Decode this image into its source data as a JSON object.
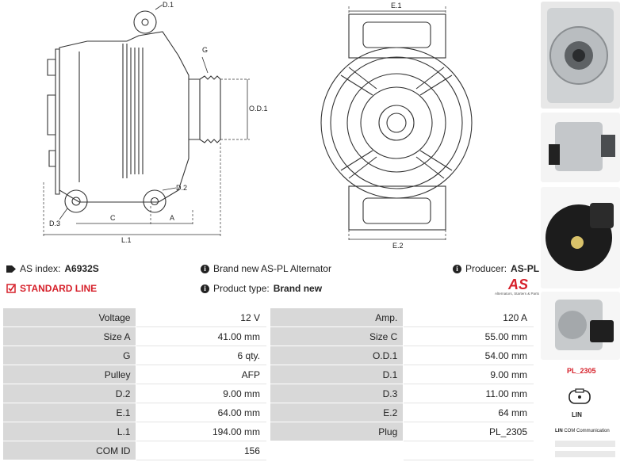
{
  "diagram": {
    "labels": {
      "d1": "D.1",
      "g": "G",
      "od1": "O.D.1",
      "d2": "D.2",
      "d3": "D.3",
      "c": "C",
      "a": "A",
      "l1": "L.1",
      "e1": "E.1",
      "e2": "E.2"
    }
  },
  "info": {
    "as_index_label": "AS index:",
    "as_index_value": "A6932S",
    "line_label": "STANDARD LINE",
    "brand_text": "Brand new AS-PL Alternator",
    "product_type_label": "Product type:",
    "product_type_value": "Brand new",
    "producer_label": "Producer:",
    "producer_value": "AS-PL",
    "logo_text": "AS",
    "logo_tagline": "Alternators, Starters & Parts"
  },
  "specs": [
    {
      "l1": "Voltage",
      "v1": "12 V",
      "l2": "Amp.",
      "v2": "120 A"
    },
    {
      "l1": "Size A",
      "v1": "41.00 mm",
      "l2": "Size C",
      "v2": "55.00 mm"
    },
    {
      "l1": "G",
      "v1": "6 qty.",
      "l2": "O.D.1",
      "v2": "54.00 mm"
    },
    {
      "l1": "Pulley",
      "v1": "AFP",
      "l2": "D.1",
      "v2": "9.00 mm"
    },
    {
      "l1": "D.2",
      "v1": "9.00 mm",
      "l2": "D.3",
      "v2": "11.00 mm"
    },
    {
      "l1": "E.1",
      "v1": "64.00 mm",
      "l2": "E.2",
      "v2": "64 mm"
    },
    {
      "l1": "L.1",
      "v1": "194.00 mm",
      "l2": "Plug",
      "v2": "PL_2305"
    },
    {
      "l1": "COM ID",
      "v1": "156",
      "l2": "",
      "v2": ""
    }
  ],
  "sidebar": {
    "plug_code": "PL_2305",
    "plug_pin": "LIN",
    "comm_code": "LIN",
    "comm_label": "COM Communication"
  },
  "colors": {
    "accent": "#d6202a",
    "label_bg": "#d8d8d8"
  }
}
